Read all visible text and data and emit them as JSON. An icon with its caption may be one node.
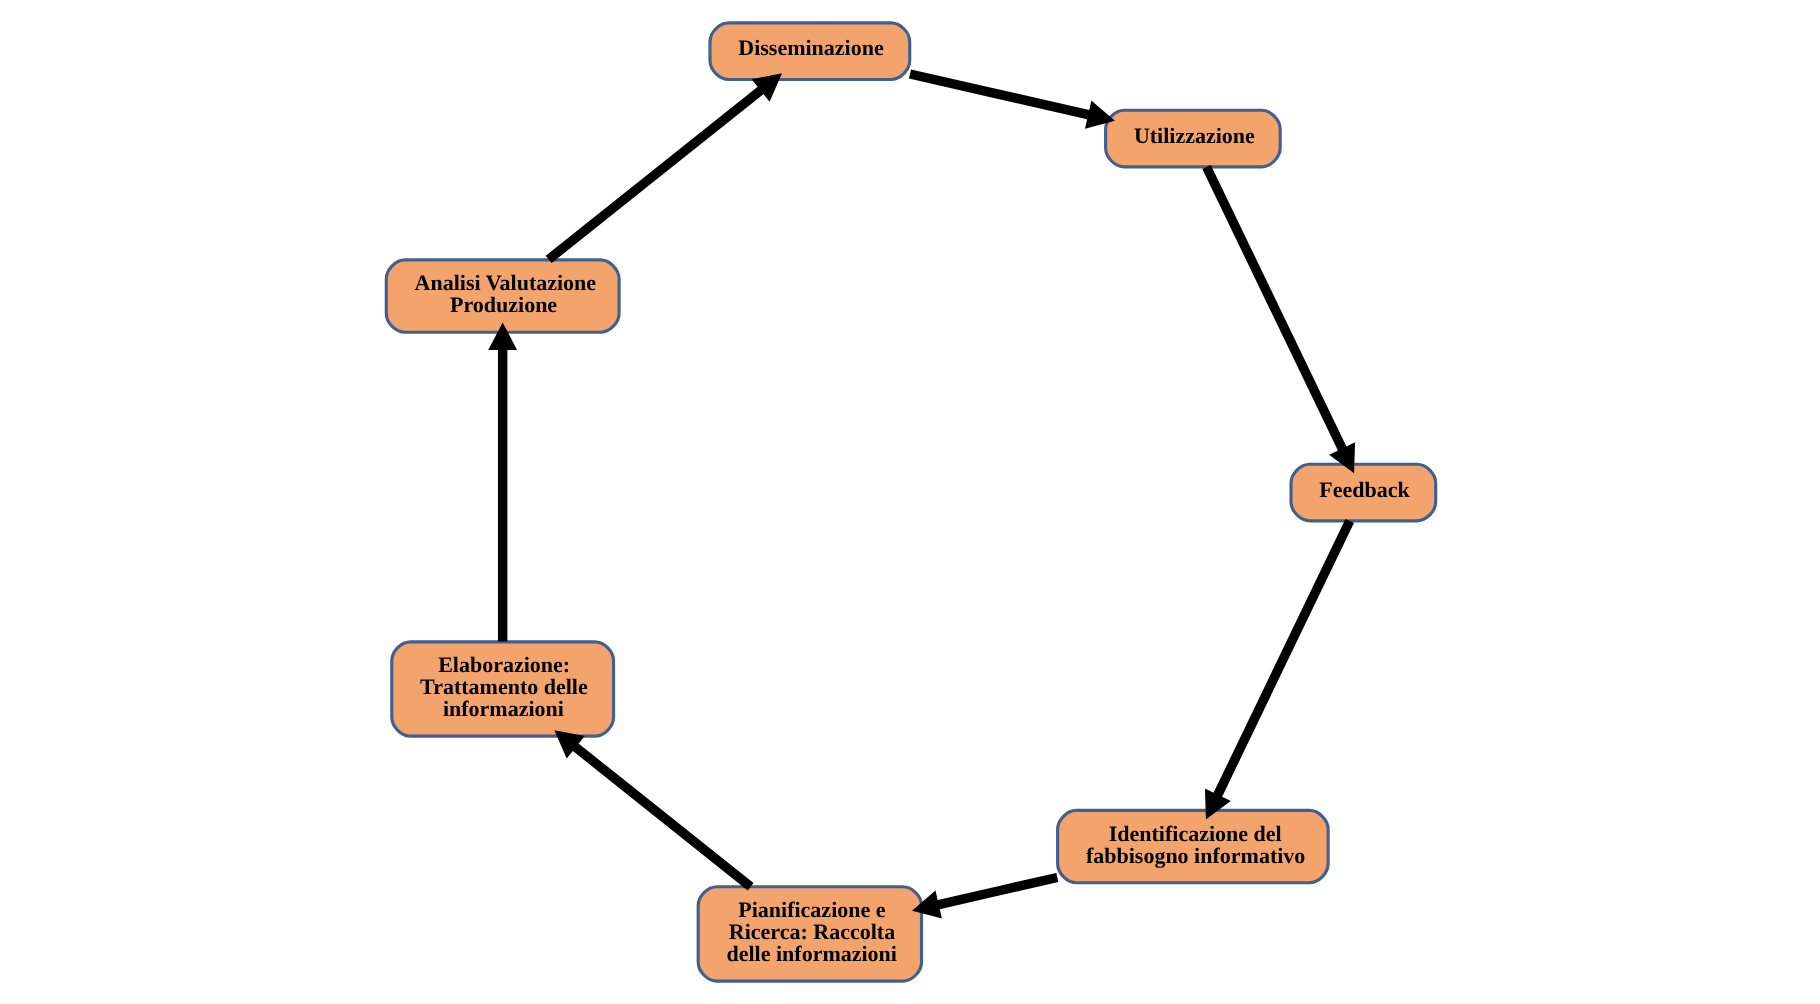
{
  "diagram": {
    "nodes": [
      {
        "text": [
          "Identificazione del fabbisogno informativo"
        ]
      },
      {
        "text": [
          "Pianificazione e Ricerca: Raccolta delle informazioni"
        ]
      },
      {
        "text": [
          "Elaborazione: Trattamento delle informazioni"
        ]
      },
      {
        "text": [
          "Analisi Valutazione Produzione"
        ]
      },
      {
        "text": [
          "Disseminazione"
        ]
      },
      {
        "text": [
          "Utilizzazione"
        ]
      },
      {
        "text": [
          "Feedback"
        ]
      }
    ],
    "edges": [
      {
        "from": 0,
        "to": 1,
        "arrow": "to"
      },
      {
        "from": 1,
        "to": 2,
        "arrow": "to"
      },
      {
        "from": 2,
        "to": 3,
        "arrow": "to"
      },
      {
        "from": 3,
        "to": 4,
        "arrow": "to"
      },
      {
        "from": 4,
        "to": 5,
        "arrow": "to"
      },
      {
        "from": 5,
        "to": 6,
        "arrow": "to"
      },
      {
        "from": 6,
        "to": 0,
        "arrow": "to"
      }
    ]
  }
}
